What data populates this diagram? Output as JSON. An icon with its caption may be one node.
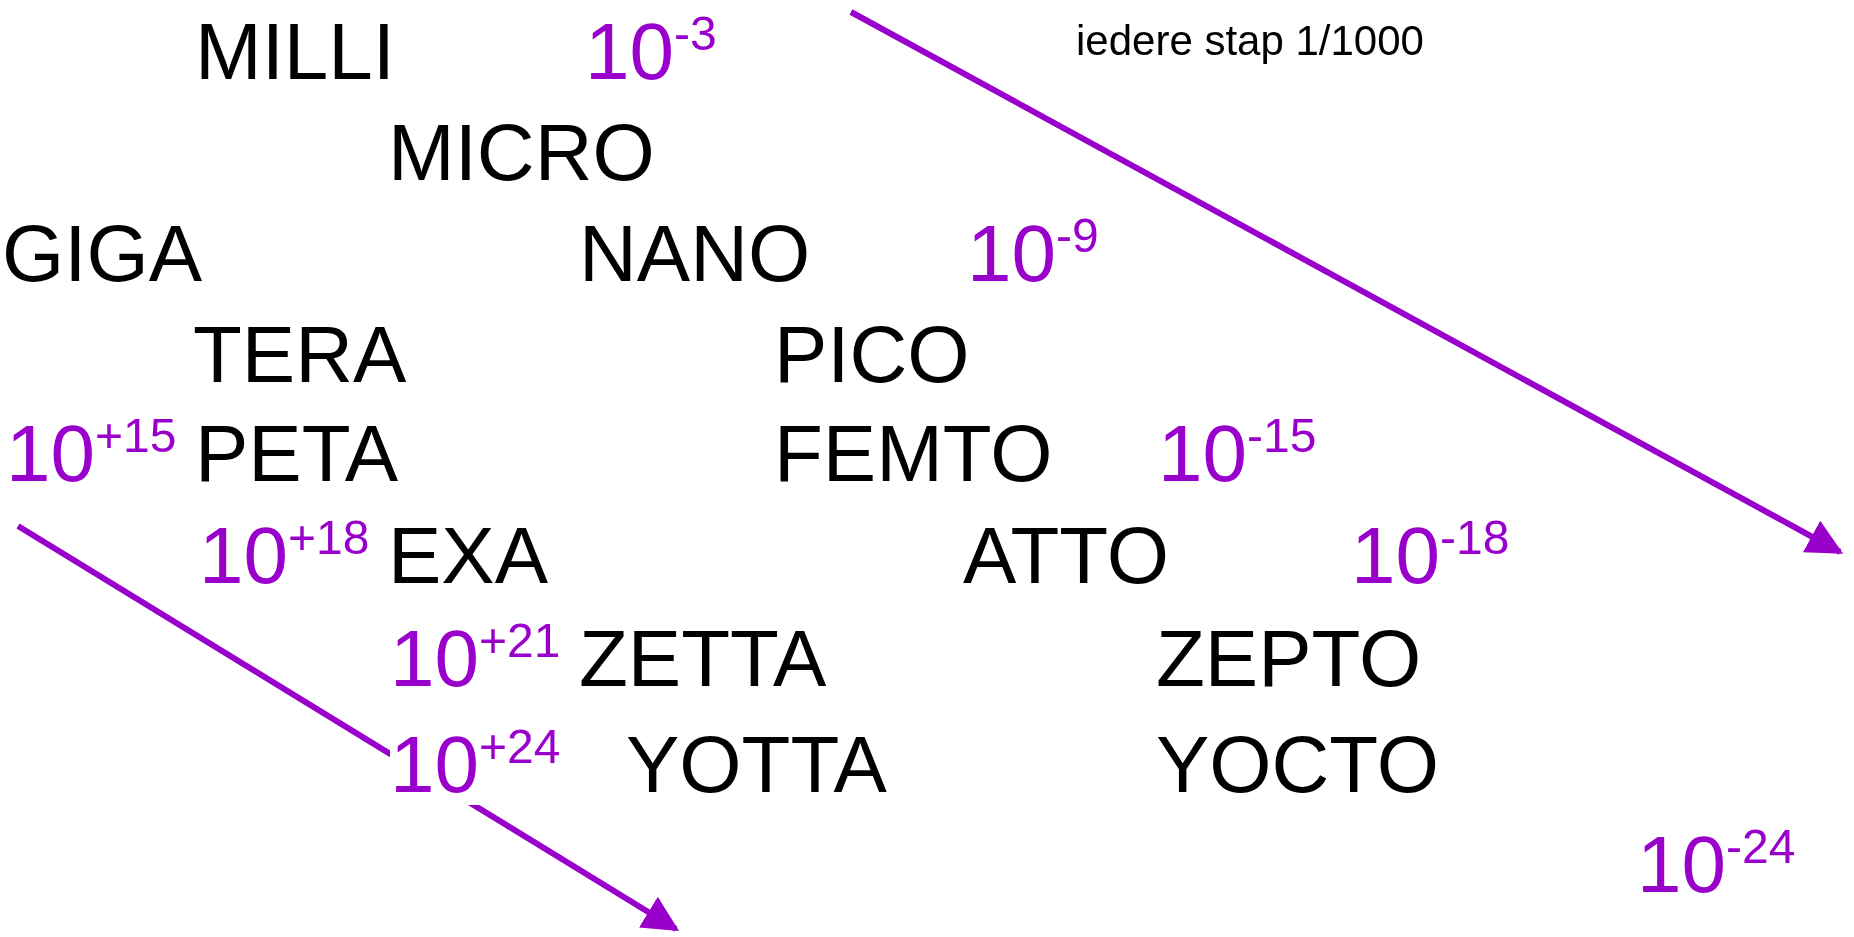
{
  "diagram": {
    "labels": [
      "MILLI",
      "10$^{-3}$",
      "iedere stap 1/1000",
      "MICRO",
      "GIGA",
      "NANO",
      "10$^{-9}$",
      "TERA",
      "PICO",
      "10$^{+15}$",
      "PETA",
      "FEMTO",
      "10$^{-15}$",
      "10$^{+18}$",
      "EXA",
      "ATTO",
      "10$^{-18}$",
      "10$^{+21}$",
      "ZETTA",
      "ZEPTO",
      "10$^{+24}$",
      "YOTTA",
      "YOCTO",
      "10$^{-24}$"
    ]
  }
}
